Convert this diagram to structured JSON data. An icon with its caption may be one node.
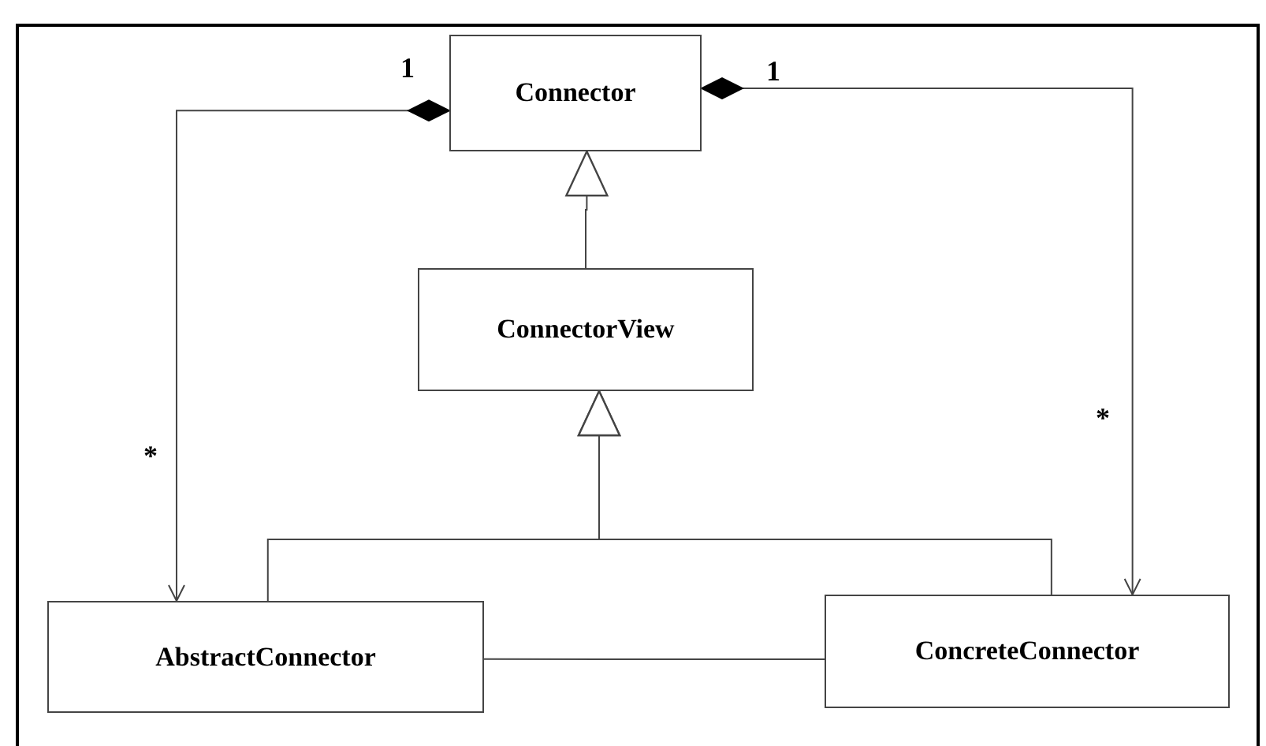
{
  "diagram": {
    "nodes": [
      {
        "text": [
          "Connector"
        ]
      },
      {
        "text": [
          "ConnectorView"
        ]
      },
      {
        "text": [
          "AbstractConnector"
        ]
      },
      {
        "text": [
          "ConcreteConnector"
        ]
      }
    ],
    "edges": [
      {
        "from": 0,
        "to": 2,
        "arrow": "to"
      },
      {
        "from": 0,
        "to": 3,
        "arrow": "to"
      },
      {
        "from": 1,
        "to": 0,
        "arrow": "to"
      },
      {
        "from": 2,
        "to": 1,
        "arrow": "to"
      },
      {
        "from": 3,
        "to": 1,
        "arrow": "to"
      },
      {
        "from": 2,
        "to": 3,
        "arrow": "none"
      }
    ],
    "labels": [
      "1",
      "1",
      "*",
      "*"
    ]
  }
}
